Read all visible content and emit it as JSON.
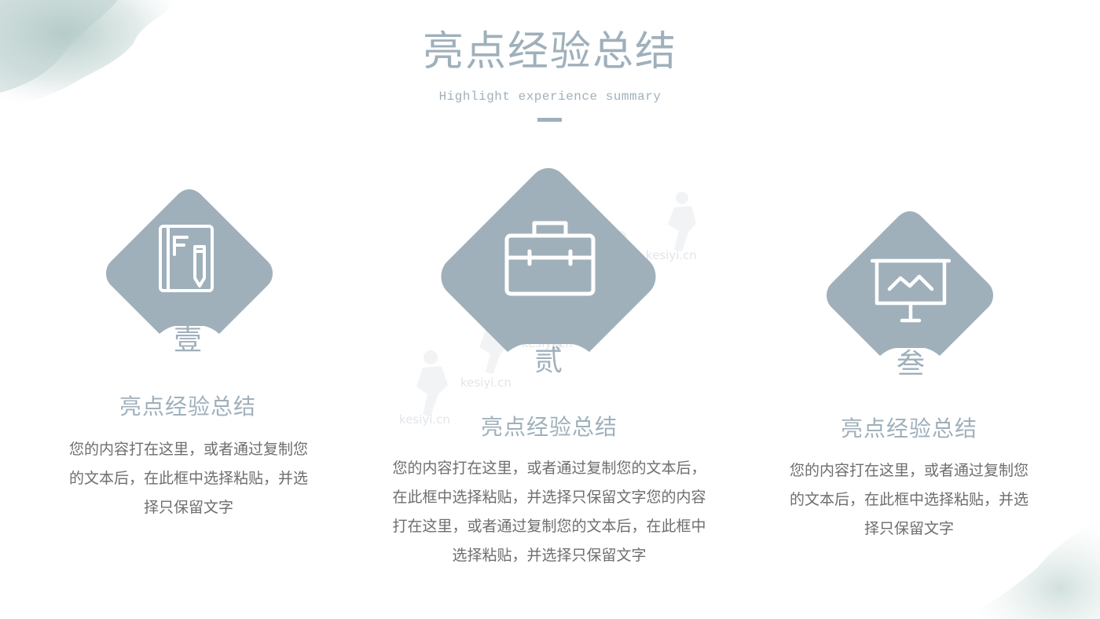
{
  "title": "亮点经验总结",
  "subtitle": "Highlight experience summary",
  "cards": [
    {
      "numeral": "壹",
      "icon": "notebook-pencil-icon",
      "heading": "亮点经验总结",
      "body_lines": [
        "您的内容打在这里，或者通过复制您",
        "的文本后，在此框中选择粘贴，并选",
        "择只保留文字"
      ]
    },
    {
      "numeral": "贰",
      "icon": "briefcase-icon",
      "heading": "亮点经验总结",
      "body_lines": [
        "您的内容打在这里，或者通过复制您的文本后，",
        "在此框中选择粘贴，并选择只保留文字您的内容",
        "打在这里，或者通过复制您的文本后，在此框中",
        "选择粘贴，并选择只保留文字"
      ]
    },
    {
      "numeral": "叁",
      "icon": "presentation-chart-icon",
      "heading": "亮点经验总结",
      "body_lines": [
        "您的内容打在这里，或者通过复制您",
        "的文本后，在此框中选择粘贴，并选",
        "择只保留文字"
      ]
    }
  ],
  "watermark_text": "kesiyi.cn",
  "colors": {
    "accent": "#9fb0bb",
    "body_text": "#6e6e6e",
    "background": "#ffffff"
  }
}
